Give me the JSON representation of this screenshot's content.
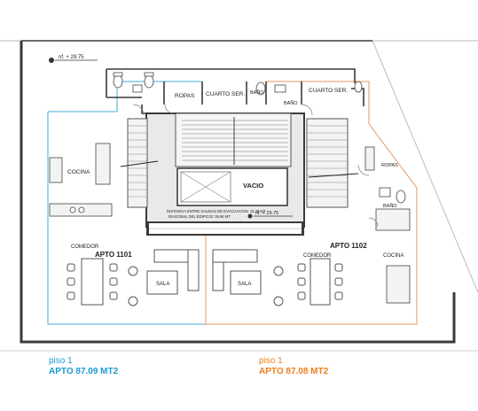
{
  "labels": {
    "level_top": "nf. + 29.75",
    "level_core": "nf. + 29.75",
    "ropas": "ROPAS",
    "cuarto_ser_1": "CUARTO SER.",
    "bano_top_1": "BAÑO",
    "bano_top_2": "BAÑO",
    "cuarto_ser_2": "CUARTO SER.",
    "cocina_left": "COCINA",
    "ropas_right": "ROPAS",
    "bano_right": "BAÑO",
    "vacio": "VACIO",
    "distancia": "DISTANCIA ENTRE SALIDAS DE EVACUACION: 15.30 MT",
    "diagonal": "DIAGONAL DEL EDIFICIO: 36.90 MT",
    "comedor_left": "COMEDOR",
    "apto_1101": "APTO 1101",
    "apto_1102": "APTO 1102",
    "comedor_right": "COMEDOR",
    "cocina_right": "COCINA",
    "sala_left": "SALA",
    "sala_right": "SALA"
  },
  "legend": {
    "left": {
      "floor": "piso 1",
      "unit": "APTO  87.09 MT2",
      "color": "#1a9ad6"
    },
    "right": {
      "floor": "piso 1",
      "unit": "APTO  87.08 MT2",
      "color": "#ef7f1a"
    }
  },
  "colors": {
    "wall": "#3a3a3a",
    "unit_left": "#4aa8d8",
    "unit_right": "#e8945a",
    "core_fill": "#e9e9e9",
    "furniture": "#555555"
  }
}
